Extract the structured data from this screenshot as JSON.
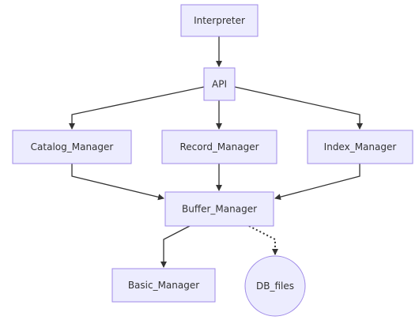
{
  "diagram": {
    "nodes": {
      "interpreter": "Interpreter",
      "api": "API",
      "catalog_manager": "Catalog_Manager",
      "record_manager": "Record_Manager",
      "index_manager": "Index_Manager",
      "buffer_manager": "Buffer_Manager",
      "basic_manager": "Basic_Manager",
      "db_files": "DB_files"
    },
    "edges": [
      {
        "from": "Interpreter",
        "to": "API",
        "style": "solid"
      },
      {
        "from": "API",
        "to": "Catalog_Manager",
        "style": "solid"
      },
      {
        "from": "API",
        "to": "Record_Manager",
        "style": "solid"
      },
      {
        "from": "API",
        "to": "Index_Manager",
        "style": "solid"
      },
      {
        "from": "Catalog_Manager",
        "to": "Buffer_Manager",
        "style": "solid"
      },
      {
        "from": "Record_Manager",
        "to": "Buffer_Manager",
        "style": "solid"
      },
      {
        "from": "Index_Manager",
        "to": "Buffer_Manager",
        "style": "solid"
      },
      {
        "from": "Buffer_Manager",
        "to": "Basic_Manager",
        "style": "solid"
      },
      {
        "from": "Buffer_Manager",
        "to": "DB_files",
        "style": "dotted"
      }
    ],
    "colors": {
      "node_fill": "#ececfe",
      "node_stroke": "#9f8ae8",
      "edge": "#333333",
      "text": "#333333"
    }
  }
}
